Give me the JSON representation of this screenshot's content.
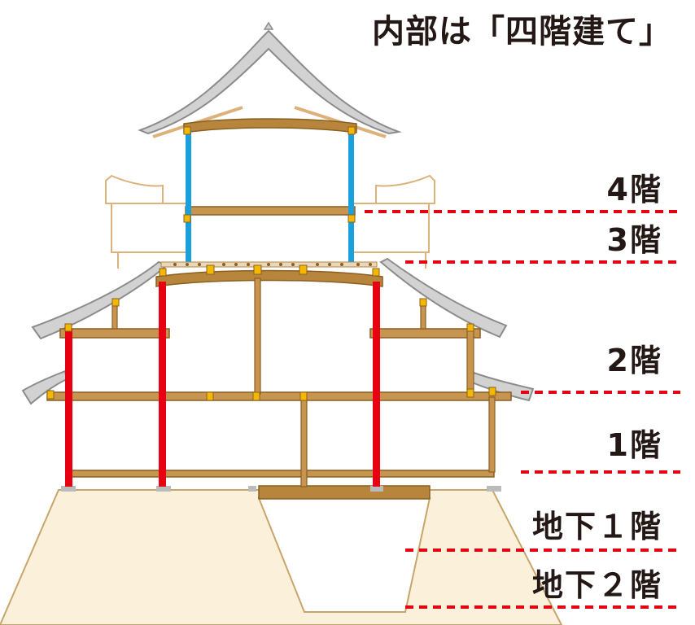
{
  "title": "内部は「四階建て」",
  "floors": [
    {
      "label": "4階"
    },
    {
      "label": "3階"
    },
    {
      "label": "2階"
    },
    {
      "label": "1階"
    },
    {
      "label": "地下１階"
    },
    {
      "label": "地下２階"
    }
  ],
  "colors": {
    "wood": "#b8853d",
    "wood_light": "#dcb27a",
    "roof": "#cfcfcf",
    "roof_edge": "#8c8c8c",
    "upper_pillar": "#1aa0dc",
    "lower_pillar": "#e60012",
    "dotted_line": "#e60012",
    "foundation": "#fbf0d9",
    "foundation_edge": "#c8a56a",
    "joint": "#f5b800",
    "text": "#231815"
  }
}
